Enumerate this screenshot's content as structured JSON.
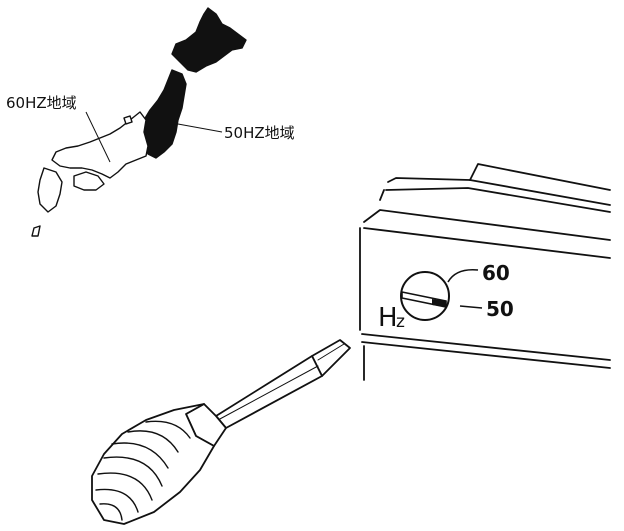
{
  "map": {
    "label_60": "60HZ地域",
    "label_50": "50HZ地域"
  },
  "device": {
    "unit_label_main": "H",
    "unit_label_sub": "z",
    "setting_60": "60",
    "setting_50": "50"
  },
  "colors": {
    "ink": "#111111",
    "paper": "#ffffff",
    "fill_50hz_region": "#111111"
  },
  "icons": {
    "tool": "screwdriver-icon",
    "map": "japan-map-icon"
  }
}
